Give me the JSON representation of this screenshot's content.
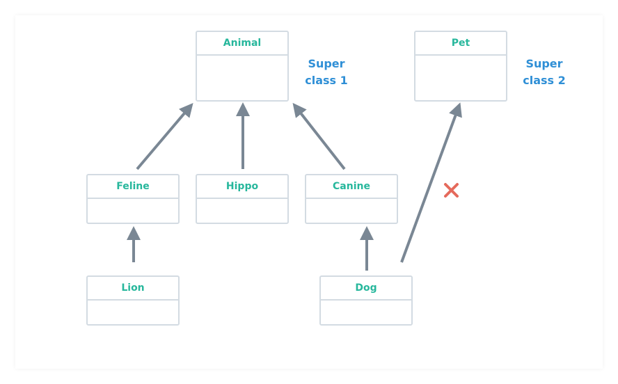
{
  "classes": {
    "animal": "Animal",
    "pet": "Pet",
    "feline": "Feline",
    "hippo": "Hippo",
    "canine": "Canine",
    "lion": "Lion",
    "dog": "Dog"
  },
  "labels": {
    "super1_line1": "Super",
    "super1_line2": "class 1",
    "super2_line1": "Super",
    "super2_line2": "class 2"
  },
  "colors": {
    "class_name": "#27b79c",
    "box_border": "#d3dbe2",
    "arrow": "#7a8794",
    "super_label": "#2f8fd6",
    "cross": "#e56a5c"
  },
  "icons": {
    "invalid_link": "cross-icon"
  }
}
